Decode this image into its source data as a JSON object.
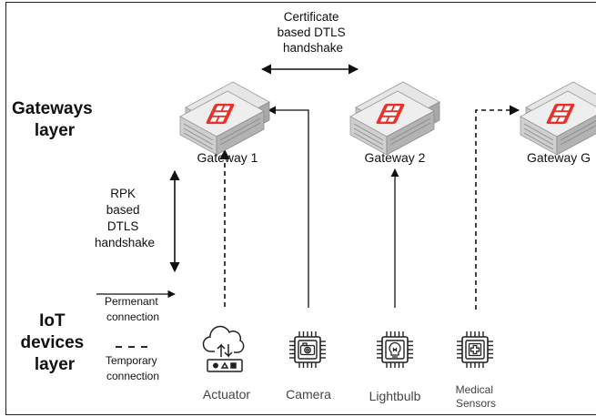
{
  "layers": {
    "gateways": [
      "Gateways",
      "layer"
    ],
    "iot": [
      "IoT",
      "devices",
      "layer"
    ]
  },
  "handshakes": {
    "certificate": [
      "Certificate",
      "based DTLS",
      "handshake"
    ],
    "rpk": [
      "RPK",
      "based",
      "DTLS",
      "handshake"
    ]
  },
  "gateways": [
    {
      "label": "Gateway 1",
      "icon": "gateway-server-icon"
    },
    {
      "label": "Gateway 2",
      "icon": "gateway-server-icon"
    },
    {
      "label": "Gateway G",
      "icon": "gateway-server-icon"
    }
  ],
  "devices": [
    {
      "label": [
        "Actuator"
      ],
      "icon": "actuator-cloud-icon"
    },
    {
      "label": [
        "Camera"
      ],
      "icon": "camera-chip-icon"
    },
    {
      "label": [
        "Lightbulb"
      ],
      "icon": "lightbulb-chip-icon"
    },
    {
      "label": [
        "Medical",
        "Sensors"
      ],
      "icon": "medical-chip-icon"
    }
  ],
  "legend": {
    "permanent": [
      "Permenant",
      "connection"
    ],
    "temporary": [
      "Temporary",
      "connection"
    ]
  },
  "colors": {
    "brand_red": "#e8312a",
    "server_top": "#ececec",
    "server_side": "#b9b9b9",
    "line": "#111111",
    "label_gray": "#444444"
  }
}
